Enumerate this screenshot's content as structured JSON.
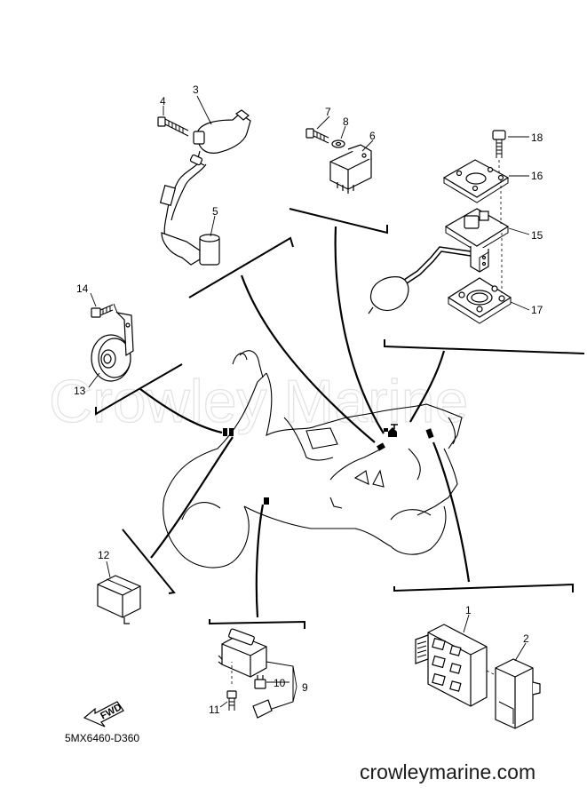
{
  "watermark": "Crowley Marine",
  "website": "crowleymarine.com",
  "diagram_code": "5MX6460-D360",
  "fwd_label": "FWD",
  "callouts": {
    "c1": "1",
    "c2": "2",
    "c3": "3",
    "c4": "4",
    "c5": "5",
    "c6": "6",
    "c7": "7",
    "c8": "8",
    "c9": "9",
    "c10": "10",
    "c11": "11",
    "c12": "12",
    "c13": "13",
    "c14": "14",
    "c15": "15",
    "c16": "16",
    "c17": "17",
    "c18": "18"
  }
}
